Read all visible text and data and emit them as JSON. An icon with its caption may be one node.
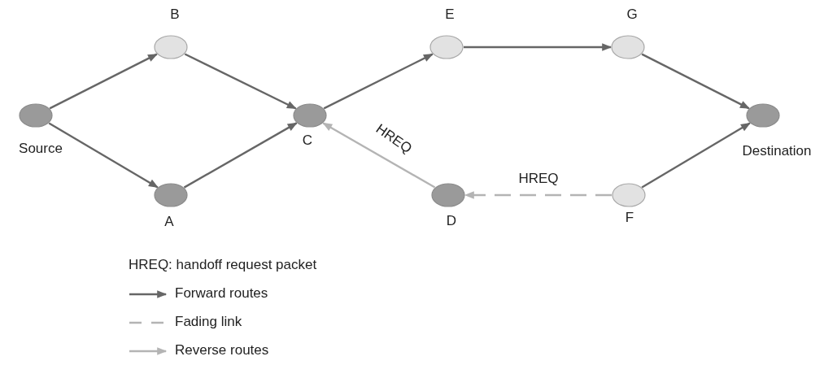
{
  "diagram": {
    "nodes": [
      {
        "text": [
          "Source"
        ]
      },
      {
        "text": [
          "B"
        ]
      },
      {
        "text": [
          "A"
        ]
      },
      {
        "text": [
          "C"
        ]
      },
      {
        "text": [
          "E"
        ]
      },
      {
        "text": [
          "D"
        ]
      },
      {
        "text": [
          "G"
        ]
      },
      {
        "text": [
          "F"
        ]
      },
      {
        "text": [
          "Destination"
        ]
      }
    ],
    "edges": [
      {
        "from": 0,
        "to": 1,
        "arrow": "to"
      },
      {
        "from": 0,
        "to": 2,
        "arrow": "to"
      },
      {
        "from": 1,
        "to": 3,
        "arrow": "to"
      },
      {
        "from": 2,
        "to": 3,
        "arrow": "to"
      },
      {
        "from": 3,
        "to": 4,
        "arrow": "to"
      },
      {
        "from": 4,
        "to": 6,
        "arrow": "to"
      },
      {
        "from": 6,
        "to": 8,
        "arrow": "to"
      },
      {
        "from": 7,
        "to": 8,
        "arrow": "to"
      },
      {
        "from": 5,
        "to": 3,
        "arrow": "to",
        "label": "HREQ",
        "color": "#b4b4b4"
      },
      {
        "from": 7,
        "to": 5,
        "arrow": "to",
        "label": "HREQ",
        "style": "dashed",
        "color": "#b4b4b4"
      }
    ],
    "labels": [
      "HREQ: handoff request packet"
    ],
    "legend": [
      {
        "text": "Forward routes"
      },
      {
        "text": "Fading link"
      },
      {
        "text": "Reverse routes"
      }
    ]
  }
}
